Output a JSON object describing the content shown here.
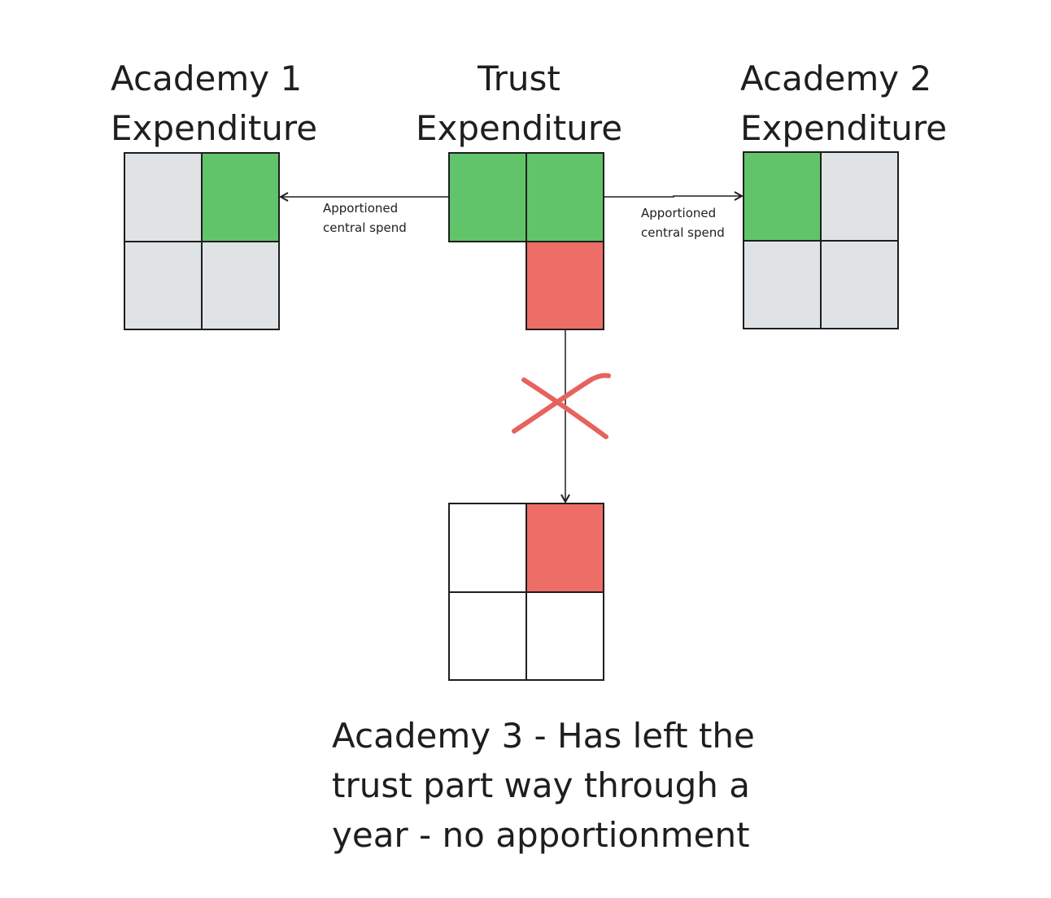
{
  "colors": {
    "green": "#61c46a",
    "red": "#ed6d67",
    "grey": "#dfe3e6",
    "white": "#ffffff",
    "stroke": "#1e1e1e",
    "cross": "#e8625d"
  },
  "academy1": {
    "title_line1": "Academy 1",
    "title_line2": "Expenditure"
  },
  "trust": {
    "title_line1": "Trust",
    "title_line2": "Expenditure"
  },
  "academy2": {
    "title_line1": "Academy 2",
    "title_line2": "Expenditure"
  },
  "arrows": {
    "left_label_line1": "Apportioned",
    "left_label_line2": "central spend",
    "right_label_line1": "Apportioned",
    "right_label_line2": "central spend"
  },
  "academy3": {
    "caption_line1": "Academy 3 - Has left the",
    "caption_line2": "trust part way through a",
    "caption_line3": "year - no apportionment"
  },
  "icons": {
    "blocked": "cross-icon"
  }
}
